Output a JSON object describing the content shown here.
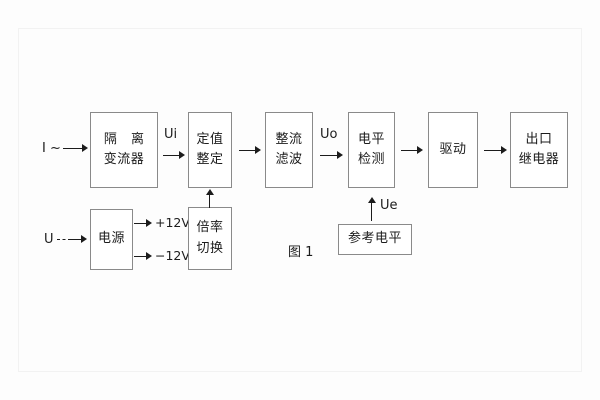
{
  "figure": {
    "caption": "图 1",
    "background": "#fdfdfd",
    "line_color": "#1c1c1c",
    "box_border_color": "#8a8a8a"
  },
  "inputs": [
    {
      "id": "current-input",
      "label": "I ~"
    },
    {
      "id": "voltage-input",
      "label": "U"
    }
  ],
  "blocks": [
    {
      "id": "isolation-transformer",
      "lines": [
        "隔 离",
        "变流器"
      ]
    },
    {
      "id": "setting-value",
      "lines": [
        "定值",
        "整定"
      ]
    },
    {
      "id": "rectify-filter",
      "lines": [
        "整流",
        "滤波"
      ]
    },
    {
      "id": "level-detection",
      "lines": [
        "电平",
        "检测"
      ]
    },
    {
      "id": "drive",
      "lines": [
        "驱动"
      ]
    },
    {
      "id": "output-relay",
      "lines": [
        "出口",
        "继电器"
      ]
    },
    {
      "id": "power-supply",
      "lines": [
        "电源"
      ]
    },
    {
      "id": "multiplier-switch",
      "lines": [
        "倍率",
        "切换"
      ]
    },
    {
      "id": "reference-level",
      "lines": [
        "参考电平"
      ]
    }
  ],
  "signals": [
    {
      "id": "ui",
      "label": "Ui"
    },
    {
      "id": "uo",
      "label": "Uo"
    },
    {
      "id": "ue",
      "label": "Ue"
    }
  ],
  "rails": [
    {
      "id": "rail-positive",
      "label": "+12V"
    },
    {
      "id": "rail-negative",
      "label": "−12V"
    }
  ]
}
